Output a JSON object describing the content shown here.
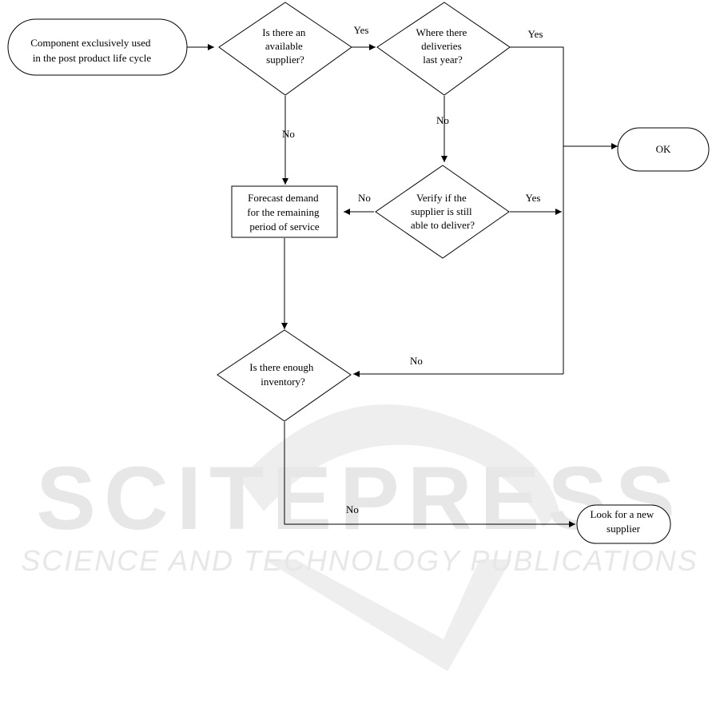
{
  "diagram": {
    "nodes": {
      "start": [
        "Component exclusively used",
        "in the post product life cycle"
      ],
      "available_supplier": [
        "Is there an",
        "available",
        "supplier?"
      ],
      "deliveries": [
        "Where there",
        "deliveries",
        "last year?"
      ],
      "ok": [
        "OK"
      ],
      "forecast": [
        "Forecast demand",
        "for the remaining",
        "period of service"
      ],
      "verify": [
        "Verify if the",
        "supplier is still",
        "able to deliver?"
      ],
      "inventory": [
        "Is there enough",
        "inventory?"
      ],
      "new_supplier": [
        "Look for a new",
        "supplier"
      ]
    },
    "edges": {
      "available_yes": "Yes",
      "available_no": "No",
      "deliveries_yes": "Yes",
      "deliveries_no": "No",
      "verify_no": "No",
      "verify_yes": "Yes",
      "to_inventory_no": "No",
      "inventory_no": "No"
    }
  },
  "watermark": {
    "title": "SCITEPRESS",
    "subtitle": "SCIENCE AND TECHNOLOGY PUBLICATIONS"
  },
  "colors": {
    "line": "#000000",
    "watermark": "#e7e7e7"
  }
}
